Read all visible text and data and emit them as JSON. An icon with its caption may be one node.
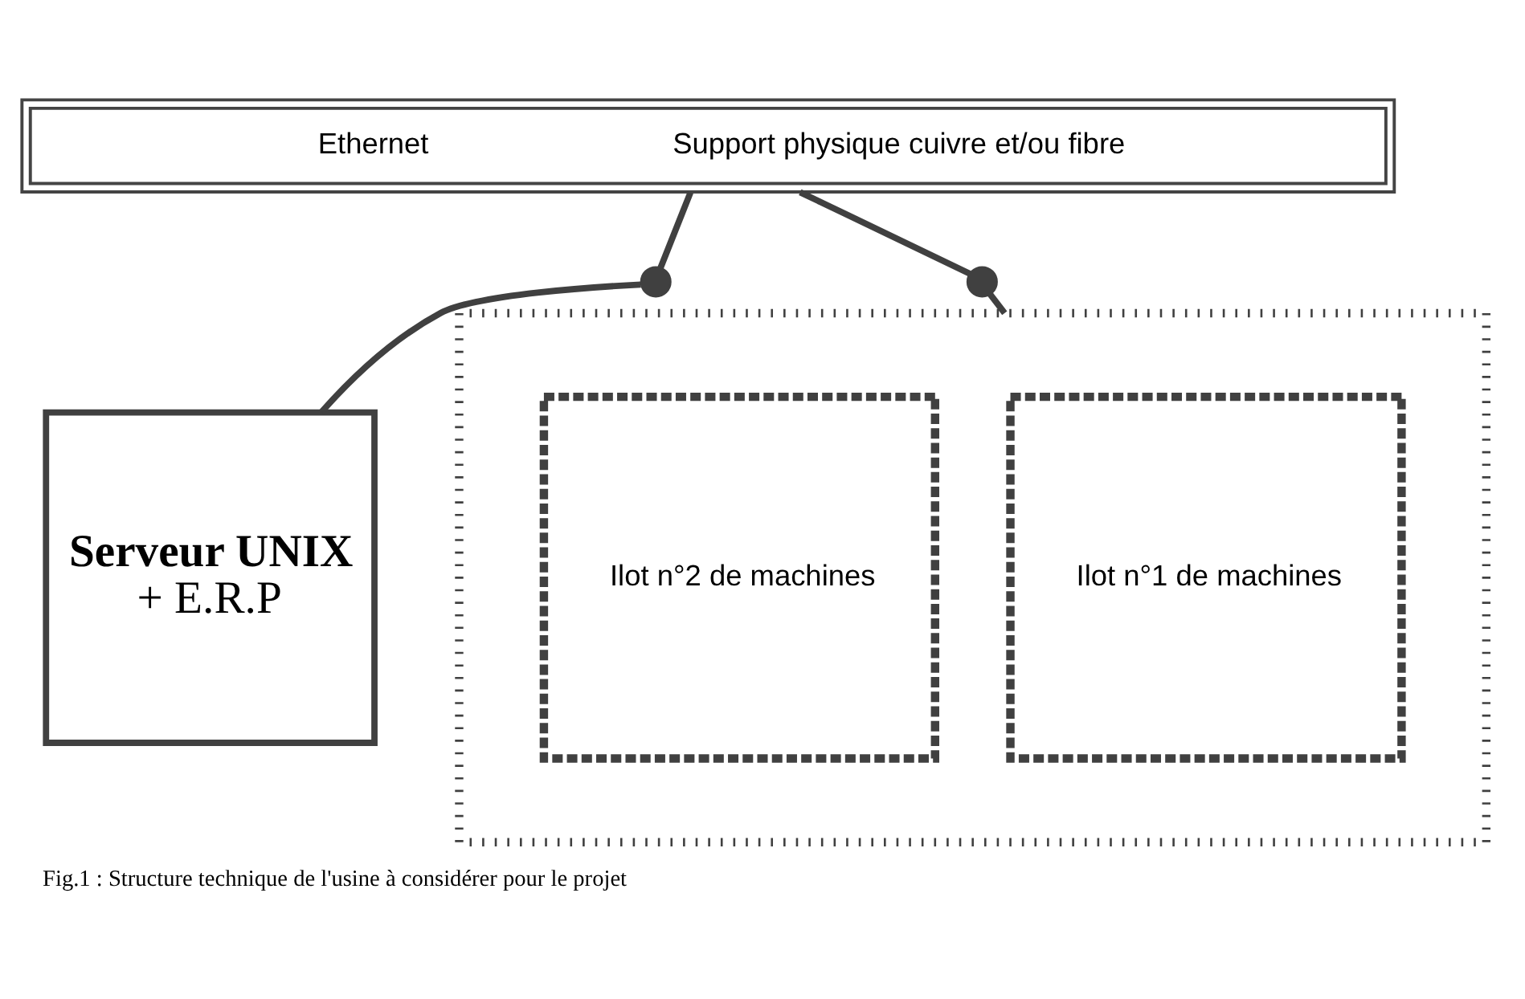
{
  "diagram": {
    "caption": "Fig.1 : Structure technique de l'usine à considérer pour le projet",
    "nodes": [
      {
        "text": [
          "Ethernet",
          "Support physique cuivre et/ou fibre"
        ]
      },
      {
        "text": [],
        "shape": "circle"
      },
      {
        "text": [],
        "shape": "circle"
      },
      {
        "text": [
          "Serveur UNIX",
          "+ E.R.P"
        ]
      },
      {
        "text": [],
        "shape": "box"
      },
      {
        "text": [
          "Ilot n°1 de machines"
        ],
        "in": 4
      },
      {
        "text": [
          "Ilot n°2 de machines"
        ],
        "in": 4
      }
    ],
    "edges": [
      {
        "from": 0,
        "to": 1,
        "arrow": "none"
      },
      {
        "from": 0,
        "to": 2,
        "arrow": "none"
      },
      {
        "from": 1,
        "to": 3,
        "arrow": "none"
      },
      {
        "from": 2,
        "to": 4,
        "arrow": "none"
      }
    ]
  }
}
